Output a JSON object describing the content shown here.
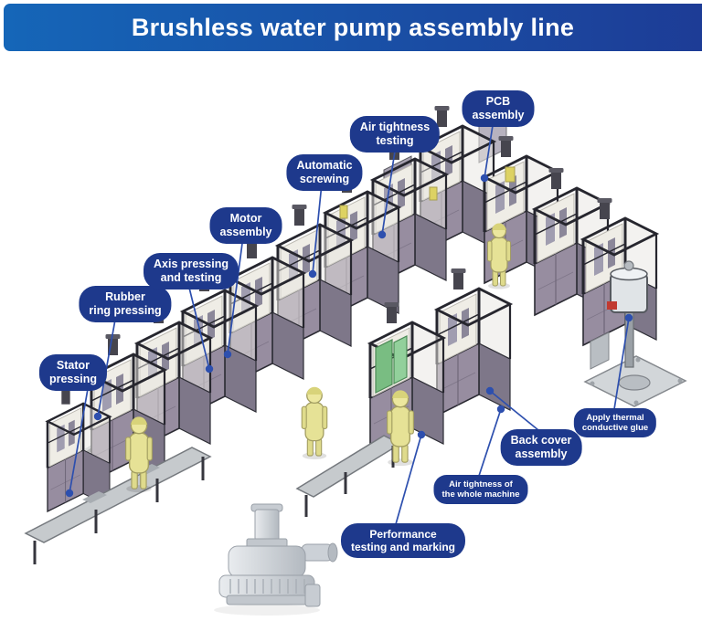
{
  "header": {
    "title": "Brushless water pump assembly line"
  },
  "colors": {
    "banner_start": "#1566b8",
    "banner_end": "#1d3c96",
    "pill": "#1e398c",
    "leader": "#2d4fae"
  },
  "stations": [
    {
      "id": "stator-pressing",
      "line1": "Stator",
      "line2": "pressing"
    },
    {
      "id": "rubber-ring-pressing",
      "line1": "Rubber",
      "line2": "ring pressing"
    },
    {
      "id": "axis-pressing-and-testing",
      "line1": "Axis pressing",
      "line2": "and testing"
    },
    {
      "id": "motor-assembly",
      "line1": "Motor",
      "line2": "assembly"
    },
    {
      "id": "automatic-screwing",
      "line1": "Automatic",
      "line2": "screwing"
    },
    {
      "id": "air-tightness-testing",
      "line1": "Air tightness",
      "line2": "testing"
    },
    {
      "id": "pcb-assembly",
      "line1": "PCB",
      "line2": "assembly"
    },
    {
      "id": "apply-thermal-conductive-glue",
      "line1": "Apply thermal",
      "line2": "conductive glue"
    },
    {
      "id": "back-cover-assembly",
      "line1": "Back cover",
      "line2": "assembly"
    },
    {
      "id": "air-tightness-whole-machine",
      "line1": "Air tightness of",
      "line2": "the whole machine"
    },
    {
      "id": "performance-testing-marking",
      "line1": "Performance",
      "line2": "testing and marking"
    }
  ]
}
